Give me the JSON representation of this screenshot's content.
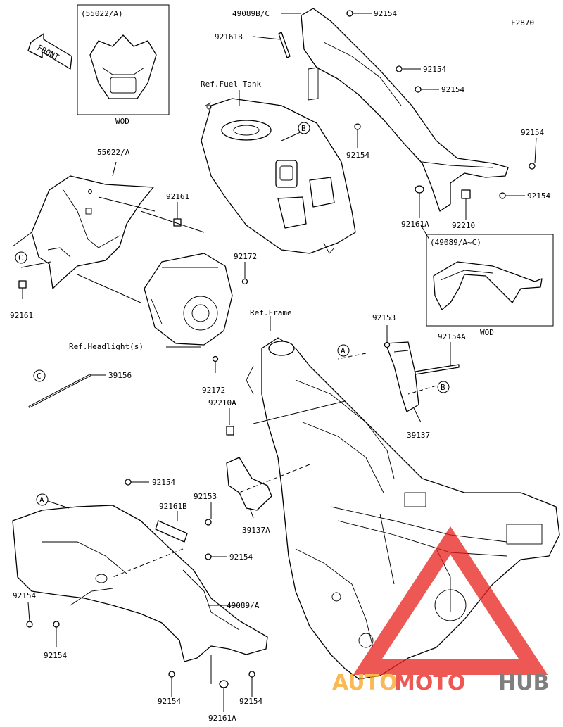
{
  "figure_code": "F2870",
  "front_label": "FRONT",
  "inset_headlight_cover": {
    "header": "(55022/A)",
    "footer": "WOD"
  },
  "inset_side_cover": {
    "header": "(49089/A~C)",
    "footer": "WOD"
  },
  "references": {
    "fuel_tank": "Ref.Fuel Tank",
    "frame": "Ref.Frame",
    "headlight": "Ref.Headlight(s)"
  },
  "callouts": {
    "a": "A",
    "b": "B",
    "c": "C"
  },
  "parts": {
    "p49089bc": "49089B/C",
    "p92154_top": "92154",
    "p92161b_top": "92161B",
    "p92154_r1": "92154",
    "p92154_r2": "92154",
    "p92154_mid": "92154",
    "p92154_r3": "92154",
    "p92154_r4": "92154",
    "p92161a_top": "92161A",
    "p92210": "92210",
    "p55022a": "55022/A",
    "p92161_r": "92161",
    "p92161_l": "92161",
    "p92172_top": "92172",
    "p92172_bot": "92172",
    "p39156": "39156",
    "p92153_top": "92153",
    "p92154a": "92154A",
    "p92210a": "92210A",
    "p39137": "39137",
    "p92154_b1": "92154",
    "p92153_b": "92153",
    "p92161b_b": "92161B",
    "p39137a": "39137A",
    "p92154_b2": "92154",
    "p92154_l1": "92154",
    "p92154_l2": "92154",
    "p49089a": "49089/A",
    "p92154_b3": "92154",
    "p92154_b4": "92154",
    "p92161a_b": "92161A"
  },
  "watermark": {
    "auto": "AUTO",
    "moto": "MOTO",
    "hub": "HUB"
  },
  "colors": {
    "watermark_red": "#e8201b",
    "watermark_orange": "#f7a41d",
    "watermark_gray": "#555555"
  }
}
